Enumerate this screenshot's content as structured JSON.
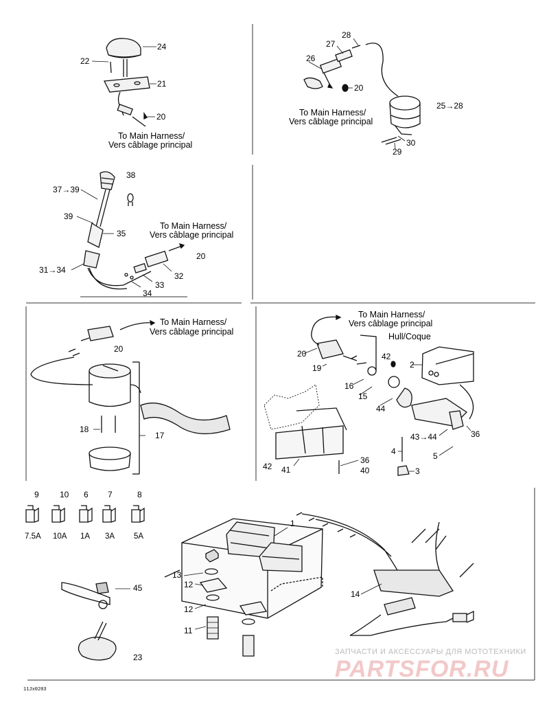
{
  "harness_caption": {
    "en": "To Main Harness/",
    "fr": "Vers câblage principal"
  },
  "hull_caption": "Hull/Coque",
  "panel1": {
    "labels": [
      "24",
      "22",
      "21",
      "20"
    ]
  },
  "panel2": {
    "labels": [
      "28",
      "27",
      "26",
      "20",
      "25→28",
      "30",
      "29"
    ]
  },
  "panel3": {
    "labels": [
      "38",
      "37→39",
      "39",
      "35",
      "20",
      "31→34",
      "32",
      "33",
      "34"
    ]
  },
  "panel4": {
    "labels": [
      "20",
      "18",
      "17"
    ]
  },
  "panel5": {
    "labels": [
      "20",
      "42",
      "2",
      "19",
      "16",
      "15",
      "44",
      "43→44",
      "36",
      "4",
      "5",
      "3",
      "36",
      "40",
      "42",
      "41"
    ]
  },
  "fuses": [
    {
      "num": "9",
      "rating": "7.5A"
    },
    {
      "num": "10",
      "rating": "10A"
    },
    {
      "num": "6",
      "rating": "1A"
    },
    {
      "num": "7",
      "rating": "3A"
    },
    {
      "num": "8",
      "rating": "5A"
    }
  ],
  "panel6": {
    "labels": [
      "1",
      "13",
      "12",
      "12",
      "11",
      "14",
      "45",
      "23"
    ]
  },
  "image_ref": "11Jx0203",
  "watermark": {
    "line1": "ЗАПЧАСТИ И АКСЕССУАРЫ ДЛЯ МОТОТЕХНИКИ",
    "line2": "PARTSFOR.RU"
  }
}
